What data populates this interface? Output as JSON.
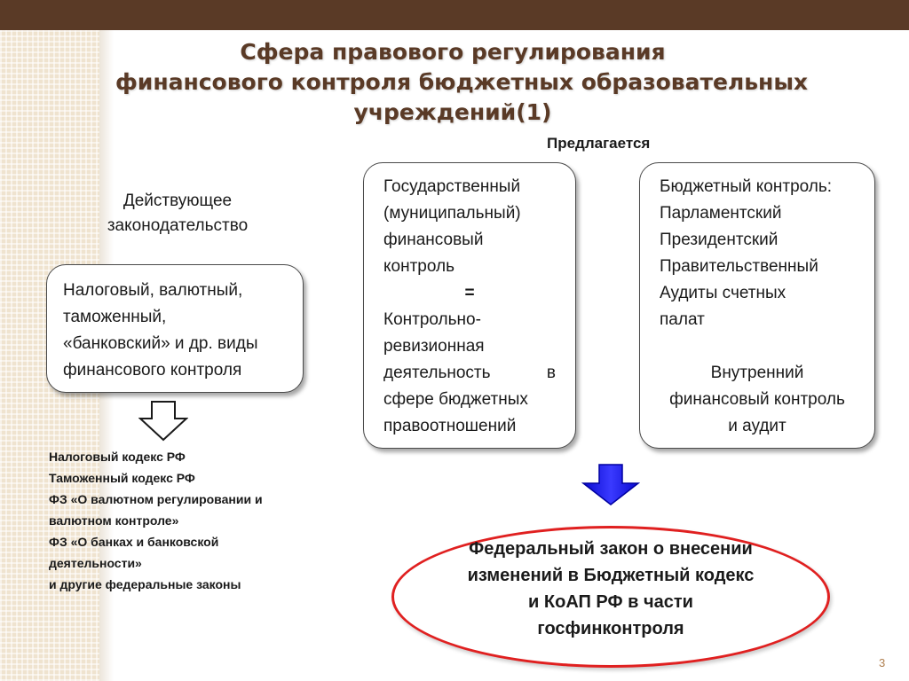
{
  "title": {
    "line1": "Сфера правового регулирования",
    "line2": "финансового контроля бюджетных образовательных",
    "line3": "учреждений(1)"
  },
  "proposed_label": "Предлагается",
  "current_law": {
    "line1": "Действующее",
    "line2": "законодательство"
  },
  "left_box": {
    "lines": [
      "Налоговый, валютный,",
      "таможенный,",
      "«банковский»  и др. виды",
      "финансового контроля"
    ]
  },
  "laws_list": [
    "Налоговый кодекс РФ",
    "Таможенный кодекс РФ",
    "ФЗ «О валютном регулировании и",
    "валютном контроле»",
    "ФЗ «О банках и банковской",
    "деятельности»",
    "и другие федеральные законы"
  ],
  "middle_box": {
    "lines_top": [
      "Государственный",
      "(муниципальный)",
      "финансовый",
      "контроль"
    ],
    "equals": "=",
    "lines_bottom_1": [
      "Контрольно-",
      "ревизионная"
    ],
    "justify_left": "деятельность",
    "justify_right": "в",
    "lines_bottom_2": [
      "сфере бюджетных",
      "правоотношений"
    ]
  },
  "right_box": {
    "lines_top": [
      "Бюджетный контроль:",
      "Парламентский",
      "Президентский",
      "Правительственный",
      "Аудиты счетных",
      "палат"
    ],
    "lines_bottom": [
      "Внутренний",
      "финансовый контроль",
      "и аудит"
    ]
  },
  "result": {
    "lines": [
      "Федеральный закон о внесении",
      "изменений в Бюджетный кодекс",
      "и КоАП РФ в части",
      "госфинконтроля"
    ]
  },
  "page_number": "3",
  "colors": {
    "title": "#5a3a26",
    "top_bar": "#5a3a26",
    "ellipse_border": "#e02020",
    "arrow_blue": "#1a1aff"
  }
}
